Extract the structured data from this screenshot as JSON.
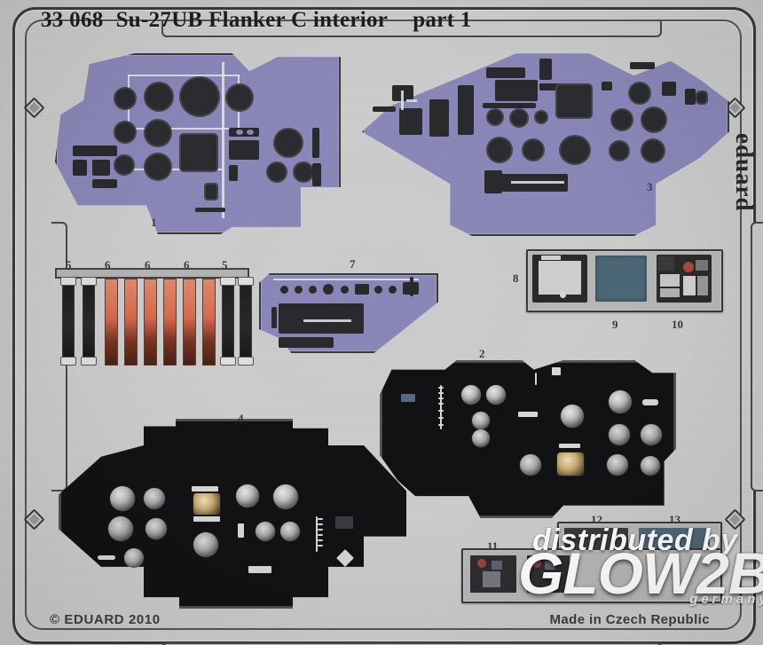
{
  "sheet": {
    "catalog_number": "33 068",
    "subject": "Su-27UB Flanker C interior",
    "part_suffix": "part 1",
    "brand_vertical": "eduard",
    "copyright": "© EDUARD 2010",
    "origin": "Made in Czech Republic",
    "colors": {
      "sheet_background": "#cdcdcd",
      "frame_border": "#3a3a3a",
      "panel_lavender": "#8b87ba",
      "panel_black": "#121214",
      "panel_gray": "#b8b8b8",
      "strap_orange": "#d9694a",
      "strap_black": "#1d1d1d",
      "teal_part": "#4c6878"
    }
  },
  "watermark": {
    "line1": "distributed by",
    "line2": "GLOW2B",
    "line3": "germany"
  },
  "parts": [
    {
      "id": "1",
      "label": "1",
      "name": "front-cockpit-instrument-panel",
      "color": "#8b87ba",
      "material": "photo-etch"
    },
    {
      "id": "2",
      "label": "2",
      "name": "front-instrument-panel-backing",
      "color": "#121214",
      "material": "pre-painted"
    },
    {
      "id": "3",
      "label": "3",
      "name": "rear-cockpit-instrument-panel",
      "color": "#8b87ba",
      "material": "photo-etch"
    },
    {
      "id": "4",
      "label": "4",
      "name": "rear-instrument-panel-backing",
      "color": "#121214",
      "material": "pre-painted"
    },
    {
      "id": "5a",
      "label": "5",
      "name": "seatbelt-shoulder-strap-left",
      "color": "#1d1d1d",
      "material": "pre-painted"
    },
    {
      "id": "6a",
      "label": "6",
      "name": "seatbelt-lap-strap-a",
      "color": "#d9694a",
      "material": "pre-painted"
    },
    {
      "id": "6b",
      "label": "6",
      "name": "seatbelt-lap-strap-b",
      "color": "#d9694a",
      "material": "pre-painted"
    },
    {
      "id": "6c",
      "label": "6",
      "name": "seatbelt-lap-strap-c",
      "color": "#d9694a",
      "material": "pre-painted"
    },
    {
      "id": "5b",
      "label": "5",
      "name": "seatbelt-shoulder-strap-right",
      "color": "#1d1d1d",
      "material": "pre-painted"
    },
    {
      "id": "7",
      "label": "7",
      "name": "side-console-panel",
      "color": "#8b87ba",
      "material": "photo-etch"
    },
    {
      "id": "8",
      "label": "8",
      "name": "hud-display-frame",
      "color": "#b8b8b8",
      "material": "photo-etch"
    },
    {
      "id": "9",
      "label": "9",
      "name": "cockpit-display-screen",
      "color": "#4c6878",
      "material": "pre-painted"
    },
    {
      "id": "10",
      "label": "10",
      "name": "radar-warning-panel",
      "color": "#b8b8b8",
      "material": "pre-painted"
    },
    {
      "id": "11",
      "label": "11",
      "name": "control-stick-grip-detail",
      "color": "#b8b8b8",
      "material": "pre-painted"
    },
    {
      "id": "12",
      "label": "12",
      "name": "console-sub-panel-left",
      "color": "#b8b8b8",
      "material": "pre-painted"
    },
    {
      "id": "13",
      "label": "13",
      "name": "console-sub-panel-right",
      "color": "#4c6878",
      "material": "pre-painted"
    }
  ],
  "part_labels": {
    "p1": "1",
    "p2": "2",
    "p3": "3",
    "p4": "4",
    "p5a": "5",
    "p6a": "6",
    "p6b": "6",
    "p6c": "6",
    "p5b": "5",
    "p7": "7",
    "p8": "8",
    "p9": "9",
    "p10": "10",
    "p11": "11",
    "p12": "12",
    "p13": "13"
  }
}
